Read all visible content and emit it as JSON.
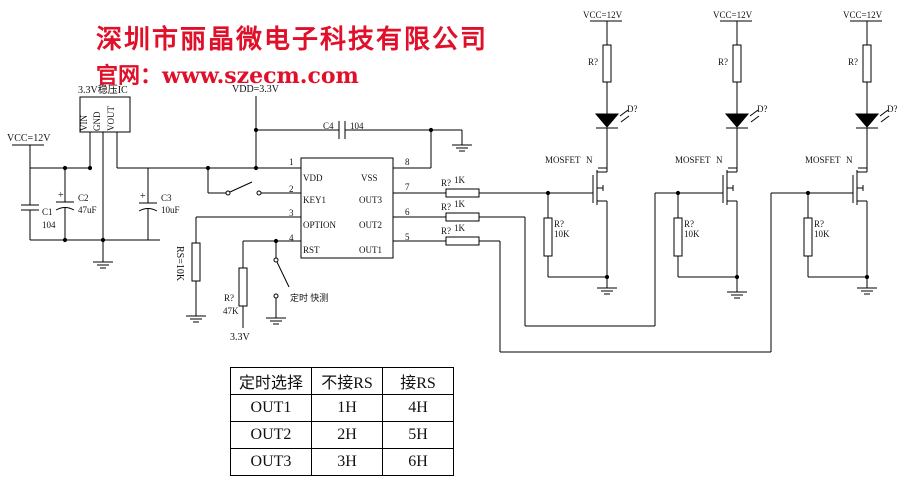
{
  "header": {
    "company": "深圳市丽晶微电子科技有限公司",
    "website": "官网：www.szecm.com"
  },
  "regulator": {
    "title": "3.3V稳压IC",
    "pins": [
      "VIN",
      "GND",
      "VOUT"
    ],
    "vcc_label": "VCC=12V",
    "c1": {
      "ref": "C1",
      "value": "104"
    },
    "c2": {
      "ref": "C2",
      "value": "47uF"
    },
    "c3": {
      "ref": "C3",
      "value": "10uF"
    }
  },
  "controller": {
    "vdd_label": "VDD=3.3V",
    "c4": {
      "ref": "C4",
      "value": "104"
    },
    "pin_numbers": [
      "1",
      "2",
      "3",
      "4",
      "8",
      "7",
      "6",
      "5"
    ],
    "left_pins": [
      "VDD",
      "KEY1",
      "OPTION",
      "RST"
    ],
    "right_pins": [
      "VSS",
      "OUT3",
      "OUT2",
      "OUT1"
    ],
    "rs_label": "RS=10K",
    "r_ref": "R?",
    "r_value": "47K",
    "supply_label": "3.3V",
    "timing_switch_label": "定时 快测",
    "series_resistor": "1K",
    "series_resistor_ref": "R?"
  },
  "outputs": [
    {
      "vcc": "VCC=12V",
      "r_top": "R?",
      "led": "D?",
      "mosfet": "MOSFET",
      "mosfet_type": "N",
      "r_gate_ref": "R?",
      "r_gate_value": "10K"
    },
    {
      "vcc": "VCC=12V",
      "r_top": "R?",
      "led": "D?",
      "mosfet": "MOSFET",
      "mosfet_type": "N",
      "r_gate_ref": "R?",
      "r_gate_value": "10K"
    },
    {
      "vcc": "VCC=12V",
      "r_top": "R?",
      "led": "D?",
      "mosfet": "MOSFET",
      "mosfet_type": "N",
      "r_gate_ref": "R?",
      "r_gate_value": "10K"
    }
  ],
  "timing_table": {
    "headers": [
      "定时选择",
      "不接RS",
      "接RS"
    ],
    "rows": [
      [
        "OUT1",
        "1H",
        "4H"
      ],
      [
        "OUT2",
        "2H",
        "5H"
      ],
      [
        "OUT3",
        "3H",
        "6H"
      ]
    ]
  },
  "colors": {
    "header": "#e0102a",
    "wire": "#000000"
  }
}
